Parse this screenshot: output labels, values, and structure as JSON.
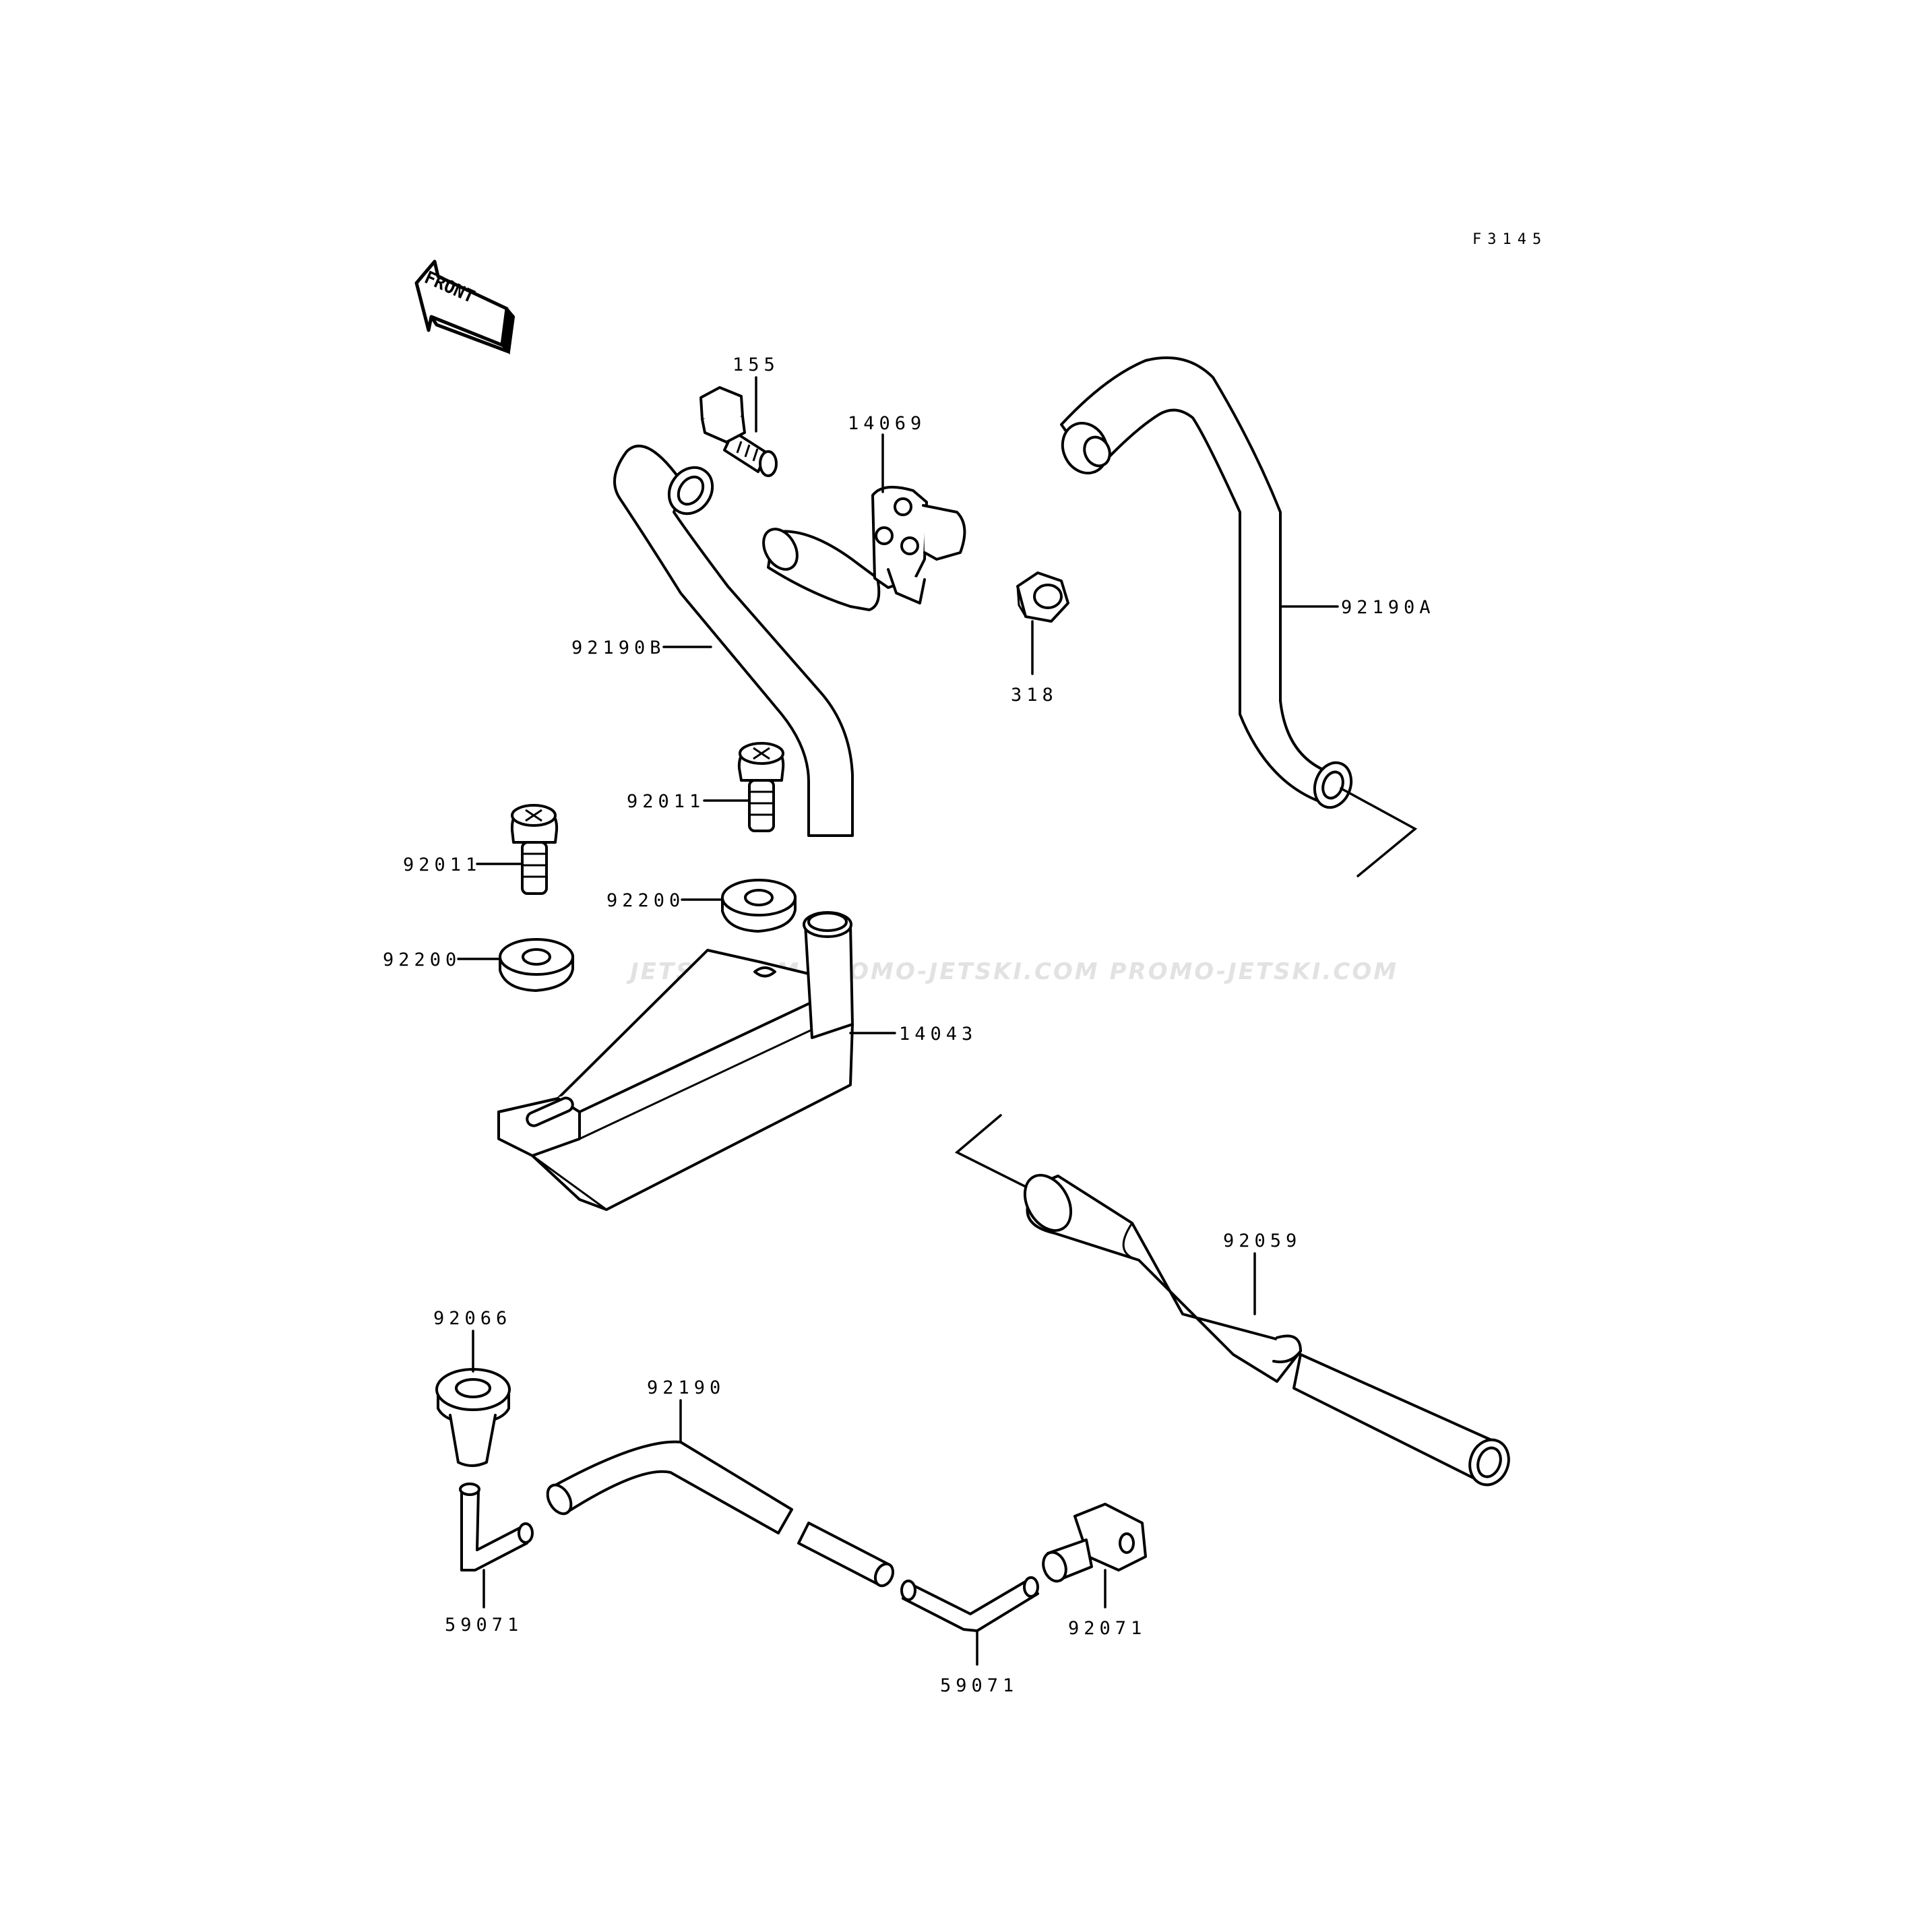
{
  "figure_code": "F3145",
  "front_label": "FRONT",
  "watermark": "JETSKI.COM  PROMO-JETSKI.COM  PROMO-JETSKI.COM",
  "colors": {
    "line": "#000000",
    "background": "#ffffff",
    "watermark": "#e2e2e2"
  },
  "parts": [
    {
      "number": "155"
    },
    {
      "number": "14069"
    },
    {
      "number": "92190A"
    },
    {
      "number": "318"
    },
    {
      "number": "92190B"
    },
    {
      "number": "92011"
    },
    {
      "number": "92011"
    },
    {
      "number": "92200"
    },
    {
      "number": "92200"
    },
    {
      "number": "14043"
    },
    {
      "number": "92059"
    },
    {
      "number": "92066"
    },
    {
      "number": "92190"
    },
    {
      "number": "59071"
    },
    {
      "number": "59071"
    },
    {
      "number": "92071"
    }
  ]
}
